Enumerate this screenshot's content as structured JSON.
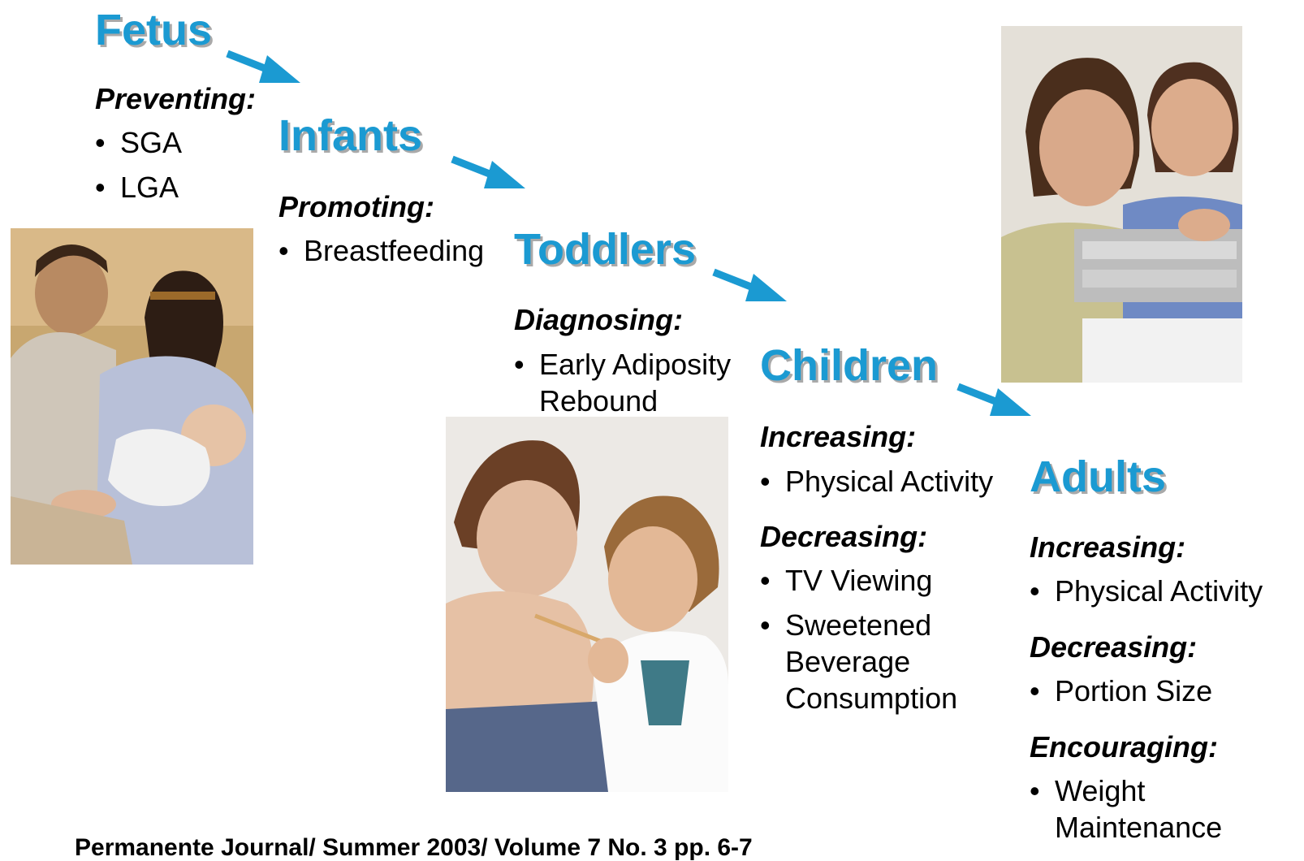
{
  "accent_color": "#1b9ad2",
  "stages": [
    {
      "title": "Fetus",
      "groups": [
        {
          "verb": "Preventing:",
          "items": [
            "SGA",
            "LGA"
          ]
        }
      ]
    },
    {
      "title": "Infants",
      "groups": [
        {
          "verb": "Promoting:",
          "items": [
            "Breastfeeding"
          ]
        }
      ]
    },
    {
      "title": "Toddlers",
      "groups": [
        {
          "verb": "Diagnosing:",
          "items": [
            "Early Adiposity Rebound"
          ]
        }
      ]
    },
    {
      "title": "Children",
      "groups": [
        {
          "verb": "Increasing:",
          "items": [
            "Physical Activity"
          ]
        },
        {
          "verb": "Decreasing:",
          "items": [
            "TV Viewing",
            "Sweetened Beverage Consumption"
          ]
        }
      ]
    },
    {
      "title": "Adults",
      "groups": [
        {
          "verb": "Increasing:",
          "items": [
            "Physical Activity"
          ]
        },
        {
          "verb": "Decreasing:",
          "items": [
            "Portion Size"
          ]
        },
        {
          "verb": "Encouraging:",
          "items": [
            "Weight Maintenance"
          ]
        }
      ]
    }
  ],
  "arrow_icon": "arrow-right-down-icon",
  "photos": [
    {
      "name": "family-breastfeeding-photo"
    },
    {
      "name": "toddler-doctor-photo"
    },
    {
      "name": "women-weighing-scale-photo"
    }
  ],
  "citation": "Permanente Journal/ Summer 2003/ Volume 7 No. 3 pp. 6-7"
}
